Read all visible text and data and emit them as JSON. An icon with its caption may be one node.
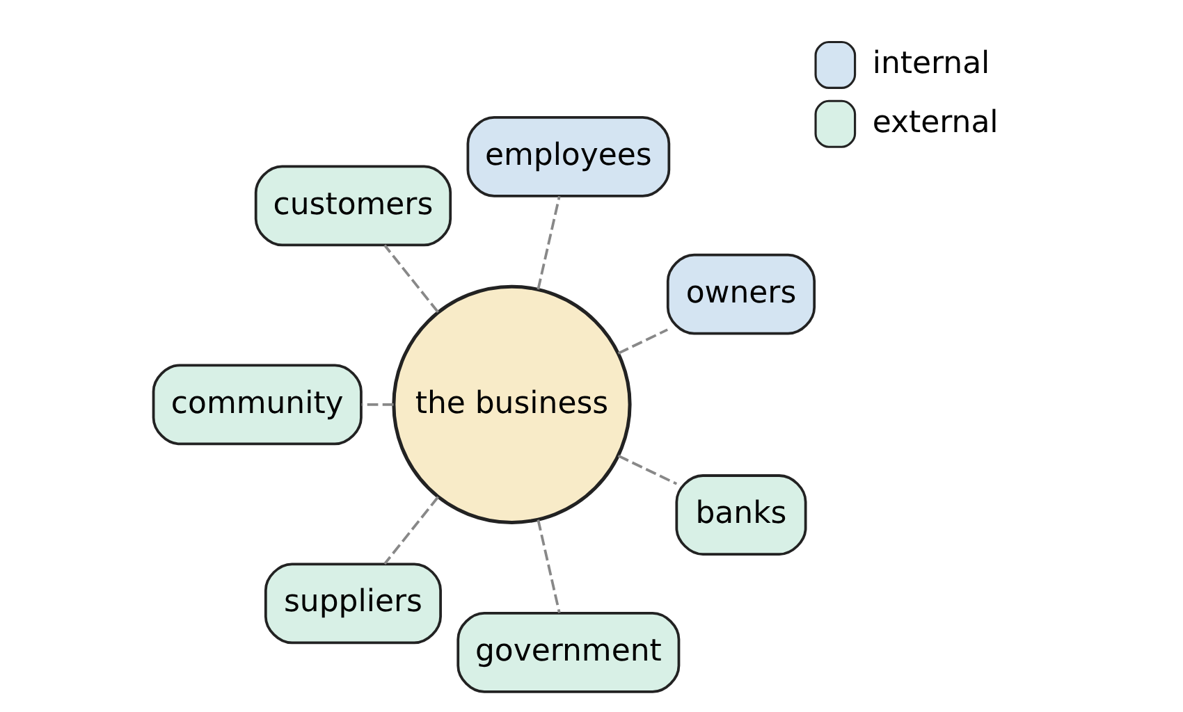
{
  "diagram": {
    "nodes": [
      {
        "text": [
          "owners"
        ]
      },
      {
        "text": [
          "employees"
        ]
      },
      {
        "text": [
          "customers"
        ]
      },
      {
        "text": [
          "community"
        ]
      },
      {
        "text": [
          "the business"
        ]
      },
      {
        "text": [
          "suppliers"
        ]
      },
      {
        "text": [
          "government"
        ]
      },
      {
        "text": [
          "banks"
        ]
      }
    ],
    "edges": [
      {
        "from": 4,
        "to": 0,
        "arrow": "none",
        "style": "dashed"
      },
      {
        "from": 4,
        "to": 1,
        "arrow": "none",
        "style": "dashed"
      },
      {
        "from": 4,
        "to": 2,
        "arrow": "none",
        "style": "dashed"
      },
      {
        "from": 4,
        "to": 3,
        "arrow": "none",
        "style": "dashed"
      },
      {
        "from": 4,
        "to": 5,
        "arrow": "none",
        "style": "dashed"
      },
      {
        "from": 4,
        "to": 6,
        "arrow": "none",
        "style": "dashed"
      },
      {
        "from": 4,
        "to": 7,
        "arrow": "none",
        "style": "dashed"
      }
    ],
    "legend": [
      {
        "text": "internal",
        "color": "#d4e4f2"
      },
      {
        "text": "external",
        "color": "#d8f0e6"
      }
    ]
  }
}
